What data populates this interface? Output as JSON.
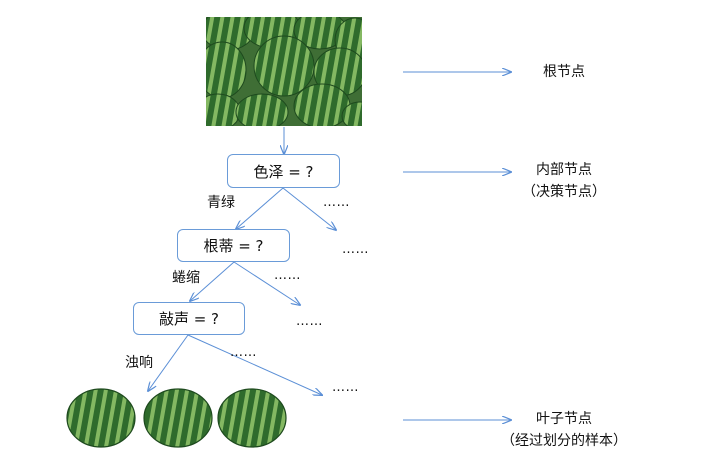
{
  "tree": {
    "root_image": "watermelon-pile",
    "node1": "色泽 = ?",
    "node2": "根蒂 = ?",
    "node3": "敲声 = ?",
    "edge1": "青绿",
    "edge2": "蜷缩",
    "edge3": "浊响",
    "ellipsis": "……",
    "leaf_images": [
      "watermelon",
      "watermelon",
      "watermelon"
    ]
  },
  "legend": {
    "root": "根节点",
    "internal_line1": "内部节点",
    "internal_line2": "（决策节点）",
    "leaf_line1": "叶子节点",
    "leaf_line2": "（经过划分的样本）"
  },
  "colors": {
    "line": "#5b8fd6",
    "node_border": "#6a9bd8",
    "melon_dark": "#1f4f22",
    "melon_light": "#7fb35a"
  }
}
